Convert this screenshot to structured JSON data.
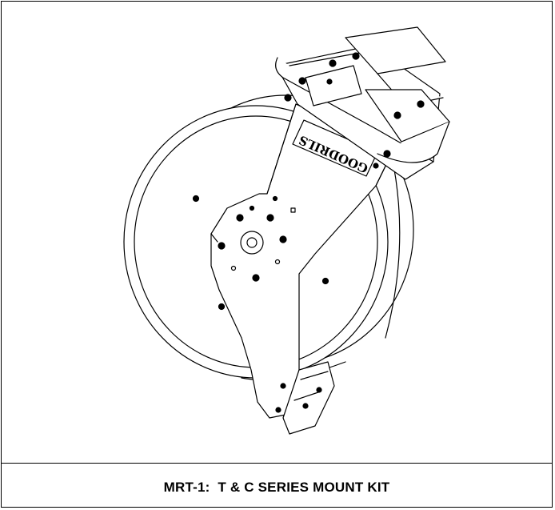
{
  "figure": {
    "caption": "MRT-1:  T & C SERIES MOUNT KIT",
    "brand_plate_text": "GOODRILS",
    "illustration": "hose-reel-mount-kit-line-drawing"
  },
  "colors": {
    "line": "#000000",
    "background": "#ffffff"
  }
}
